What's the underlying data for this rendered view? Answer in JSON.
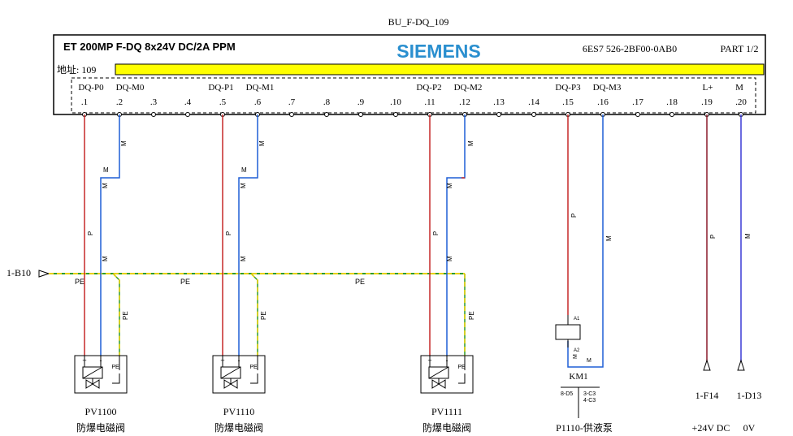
{
  "doc_id": "BU_F-DQ_109",
  "module": {
    "title": "ET 200MP F-DQ 8x24V DC/2A PPM",
    "brand": "SIEMENS",
    "brand_color": "#2a8fcf",
    "order_no": "6ES7 526-2BF00-0AB0",
    "part": "PART 1/2",
    "address": "地址: 109",
    "address_bar_color": "#ffff00"
  },
  "channels": [
    "DQ-P0",
    "DQ-M0",
    "DQ-P1",
    "DQ-M1",
    "DQ-P2",
    "DQ-M2",
    "DQ-P3",
    "DQ-M3",
    "L+",
    "M"
  ],
  "terminals": [
    ".1",
    ".2",
    ".3",
    ".4",
    ".5",
    ".6",
    ".7",
    ".8",
    ".9",
    ".10",
    ".11",
    ".12",
    ".13",
    ".14",
    ".15",
    ".16",
    ".17",
    ".18",
    ".19",
    ".20"
  ],
  "wire_labels": {
    "p": "P",
    "m": "M",
    "pe": "PE"
  },
  "pe_bus": {
    "source": "1-B10"
  },
  "valves": [
    {
      "tag": "PV1100",
      "desc": "防爆电磁阀",
      "plus": "+",
      "minus": "-",
      "pe": "PE"
    },
    {
      "tag": "PV1110",
      "desc": "防爆电磁阀",
      "plus": "+",
      "minus": "-",
      "pe": "PE"
    },
    {
      "tag": "PV1111",
      "desc": "防爆电磁阀",
      "plus": "+",
      "minus": "-",
      "pe": "PE"
    }
  ],
  "relay": {
    "tag": "KM1",
    "a1": "A1",
    "a2": "A2",
    "contact_left": "8-D5",
    "contact_right_1": "3-C3",
    "contact_right_2": "4-C3",
    "load": "P1110-供液泵"
  },
  "supply": [
    {
      "ref": "1-F14",
      "desc": "+24V DC"
    },
    {
      "ref": "1-D13",
      "desc": "0V"
    }
  ],
  "colors": {
    "p": "#c62828",
    "m": "#1e5fd6",
    "pe_yellow": "#e8d000",
    "pe_green": "#2e9b2e"
  }
}
